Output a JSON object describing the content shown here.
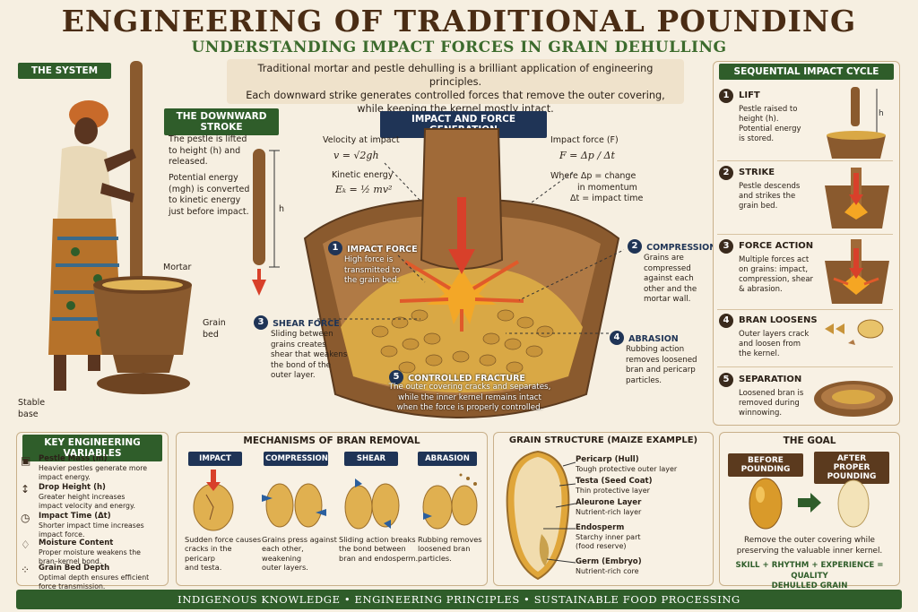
{
  "header": {
    "title": "ENGINEERING OF TRADITIONAL POUNDING",
    "subtitle": "UNDERSTANDING IMPACT FORCES IN GRAIN DEHULLING",
    "intro_line1": "Traditional mortar and pestle dehulling is a brilliant application of engineering principles.",
    "intro_line2": "Each downward strike generates controlled forces that remove the outer covering,",
    "intro_line3": "while keeping the kernel mostly intact."
  },
  "system": {
    "tag": "THE SYSTEM",
    "label_mortar": "Mortar",
    "label_grain_1": "Grain",
    "label_grain_2": "bed",
    "label_stable_1": "Stable",
    "label_stable_2": "base"
  },
  "downward": {
    "tag": "THE DOWNWARD STROKE",
    "p1_1": "The pestle is lifted",
    "p1_2": "to height (h) and",
    "p1_3": "released.",
    "p2_1": "Potential energy",
    "p2_2": "(mgh) is converted",
    "p2_3": "to kinetic energy",
    "p2_4": "just before impact.",
    "h": "h"
  },
  "impact": {
    "tag": "IMPACT AND FORCE GENERATION",
    "vel_label": "Velocity at impact",
    "vel_eq": "v = √2gh",
    "ke_label": "Kinetic energy",
    "ke_eq": "Eₖ = ½ mv²",
    "force_label": "Impact force (F)",
    "force_eq": "F = Δp / Δt",
    "where_1": "Where  Δp = change",
    "where_2": "in momentum",
    "where_3": "Δt = impact time",
    "items": [
      {
        "n": "1",
        "title": "IMPACT FORCE",
        "t1": "High force is",
        "t2": "transmitted to",
        "t3": "the grain bed.",
        "t4": ""
      },
      {
        "n": "2",
        "title": "COMPRESSION",
        "t1": "Grains are",
        "t2": "compressed",
        "t3": "against each",
        "t4": "other and the",
        "t5": "mortar wall."
      },
      {
        "n": "3",
        "title": "SHEAR FORCE",
        "t1": "Sliding between",
        "t2": "grains creates",
        "t3": "shear that weakens",
        "t4": "the bond of the",
        "t5": "outer layer."
      },
      {
        "n": "4",
        "title": "ABRASION",
        "t1": "Rubbing action",
        "t2": "removes loosened",
        "t3": "bran and pericarp",
        "t4": "particles."
      },
      {
        "n": "5",
        "title": "CONTROLLED FRACTURE",
        "t1": "The outer covering cracks and separates,",
        "t2": "while the inner kernel remains intact",
        "t3": "when the force is properly controlled."
      }
    ]
  },
  "cycle": {
    "tag": "SEQUENTIAL IMPACT CYCLE",
    "h": "h",
    "steps": [
      {
        "n": "1",
        "title": "LIFT",
        "t1": "Pestle raised to",
        "t2": "height (h).",
        "t3": "Potential energy",
        "t4": "is stored."
      },
      {
        "n": "2",
        "title": "STRIKE",
        "t1": "Pestle descends",
        "t2": "and strikes the",
        "t3": "grain bed.",
        "t4": ""
      },
      {
        "n": "3",
        "title": "FORCE ACTION",
        "t1": "Multiple forces act",
        "t2": "on grains: impact,",
        "t3": "compression, shear",
        "t4": "& abrasion."
      },
      {
        "n": "4",
        "title": "BRAN LOOSENS",
        "t1": "Outer layers crack",
        "t2": "and loosen from",
        "t3": "the kernel.",
        "t4": ""
      },
      {
        "n": "5",
        "title": "SEPARATION",
        "t1": "Loosened bran is",
        "t2": "removed during",
        "t3": "winnowing.",
        "t4": ""
      }
    ]
  },
  "variables": {
    "tag": "KEY ENGINEERING VARIABLES",
    "items": [
      {
        "icon": "weight-icon",
        "glyph": "▣",
        "title": "Pestle Mass (m)",
        "t1": "Heavier pestles generate more",
        "t2": "impact energy."
      },
      {
        "icon": "height-icon",
        "glyph": "↕",
        "title": "Drop Height (h)",
        "t1": "Greater height increases",
        "t2": "impact velocity and energy."
      },
      {
        "icon": "clock-icon",
        "glyph": "◷",
        "title": "Impact Time (Δt)",
        "t1": "Shorter impact time increases",
        "t2": "impact force."
      },
      {
        "icon": "droplet-icon",
        "glyph": "♢",
        "title": "Moisture Content",
        "t1": "Proper moisture weakens the",
        "t2": "bran–kernel bond."
      },
      {
        "icon": "grain-bed-icon",
        "glyph": "⁘",
        "title": "Grain Bed Depth",
        "t1": "Optimal depth ensures efficient",
        "t2": "force transmission."
      }
    ]
  },
  "mechanisms": {
    "tag": "MECHANISMS OF BRAN REMOVAL",
    "items": [
      {
        "label": "IMPACT",
        "t1": "Sudden force causes",
        "t2": "cracks in the pericarp",
        "t3": "and testa."
      },
      {
        "label": "COMPRESSION",
        "t1": "Grains press against",
        "t2": "each other, weakening",
        "t3": "outer layers."
      },
      {
        "label": "SHEAR",
        "t1": "Sliding action breaks",
        "t2": "the bond between",
        "t3": "bran and endosperm."
      },
      {
        "label": "ABRASION",
        "t1": "Rubbing removes",
        "t2": "loosened bran",
        "t3": "particles."
      }
    ]
  },
  "structure": {
    "tag": "GRAIN STRUCTURE (MAIZE EXAMPLE)",
    "items": [
      {
        "title": "Pericarp (Hull)",
        "t": "Tough protective outer layer"
      },
      {
        "title": "Testa (Seed Coat)",
        "t": "Thin protective layer"
      },
      {
        "title": "Aleurone Layer",
        "t": "Nutrient-rich layer"
      },
      {
        "title": "Endosperm",
        "t": "Starchy inner part",
        "t2": "(food reserve)"
      },
      {
        "title": "Germ (Embryo)",
        "t": "Nutrient-rich core"
      }
    ]
  },
  "goal": {
    "tag": "THE GOAL",
    "before": "BEFORE POUNDING",
    "after_1": "AFTER PROPER",
    "after_2": "POUNDING",
    "t1": "Remove the outer covering while",
    "t2": "preserving the valuable inner kernel.",
    "s1": "SKILL + RHYTHM + EXPERIENCE = QUALITY",
    "s2": "DEHULLED GRAIN"
  },
  "footer": "INDIGENOUS KNOWLEDGE • ENGINEERING PRINCIPLES • SUSTAINABLE FOOD PROCESSING",
  "colors": {
    "green": "#2f5d2a",
    "navy": "#1f3456",
    "brown": "#5b3a1e",
    "wood": "#8a5a2e",
    "arrow": "#d8402a",
    "grain": "#d9a845"
  }
}
